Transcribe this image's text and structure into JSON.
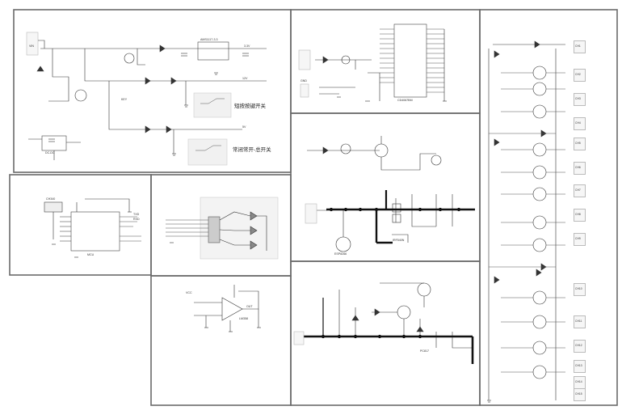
{
  "notes": {
    "power_key_switch": "短按按键开关",
    "motor_switch": "常闭常开-总开关"
  },
  "components": {
    "dcdc": "DC-DC",
    "ams1117": "AMS1117-3.3",
    "cd4067": "CD4067BM",
    "mcu": "MCU",
    "ch340": "CH340",
    "lm358": "LM358",
    "wifi": "ESP8266",
    "mos_driver": "IRF540N",
    "opto": "PC817"
  },
  "labels": {
    "vin": "VIN",
    "gnd": "GND",
    "vcc": "VCC",
    "v33": "3.3V",
    "v5": "5V",
    "v12": "12V",
    "out": "OUT",
    "key": "KEY",
    "txd": "TXD",
    "rxd": "RXD"
  },
  "connectors": {
    "right_column": [
      "CH1",
      "CH2",
      "CH3",
      "CH4",
      "CH5",
      "CH6",
      "CH7",
      "CH8",
      "CH9",
      "CH10",
      "CH11",
      "CH12",
      "CH13",
      "CH14",
      "CH15"
    ]
  }
}
